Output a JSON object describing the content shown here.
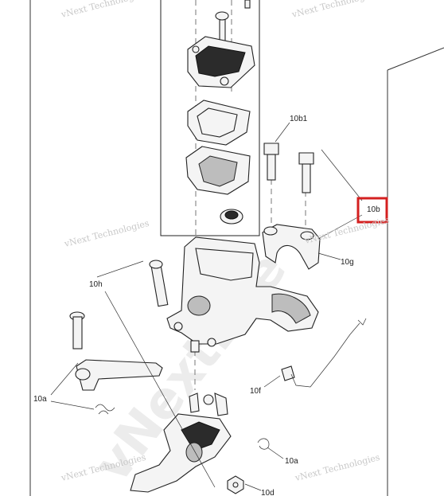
{
  "labels": {
    "c10b1": "10b1",
    "c10b": "10b",
    "c10g": "10g",
    "c10h": "10h",
    "c10f": "10f",
    "c10a_left": "10a",
    "c10a_right": "10a",
    "c10d": "10d"
  },
  "watermark": {
    "small": "vNext Technologies",
    "large": "vNextLife"
  },
  "colors": {
    "highlight": "#d42020",
    "line": "#222222"
  }
}
